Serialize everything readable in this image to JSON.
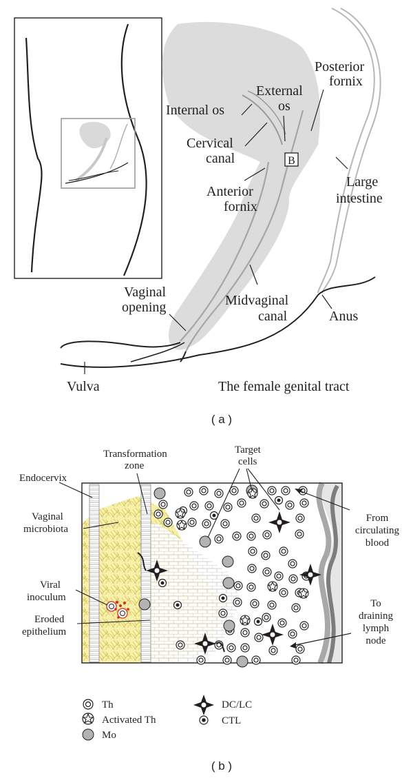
{
  "panel_a": {
    "caption": "( a )",
    "title": "The female genital tract",
    "labels": {
      "posterior_fornix": [
        "Posterior",
        "fornix"
      ],
      "external_os": [
        "External",
        "os"
      ],
      "internal_os": "Internal os",
      "cervical_canal": [
        "Cervical",
        "canal"
      ],
      "box_b": "B",
      "large_intestine": [
        "Large",
        "intestine"
      ],
      "anterior_fornix": [
        "Anterior",
        "fornix"
      ],
      "vaginal_opening": [
        "Vaginal",
        "opening"
      ],
      "midvaginal_canal": [
        "Midvaginal",
        "canal"
      ],
      "anus": "Anus",
      "vulva": "Vulva"
    }
  },
  "panel_b": {
    "caption": "( b )",
    "labels": {
      "transformation_zone": [
        "Transformation",
        "zone"
      ],
      "target_cells": [
        "Target",
        "cells"
      ],
      "endocervix": "Endocervix",
      "vaginal_microbiota": [
        "Vaginal",
        "microbiota"
      ],
      "viral_inoculum": [
        "Viral",
        "inoculum"
      ],
      "eroded_epithelium": [
        "Eroded",
        "epithelium"
      ],
      "from_circulating_blood": [
        "From",
        "circulating",
        "blood"
      ],
      "to_draining_lymph_node": [
        "To",
        "draining",
        "lymph",
        "node"
      ]
    },
    "legend": {
      "th": "Th",
      "activated_th": "Activated Th",
      "mo": "Mo",
      "dc_lc": "DC/LC",
      "ctl": "CTL"
    },
    "colors": {
      "microbiota": "#f3ea9a",
      "tissue_gray": "#d9d9d9",
      "monocyte": "#b3b3b3",
      "virus": "#d62828"
    }
  }
}
